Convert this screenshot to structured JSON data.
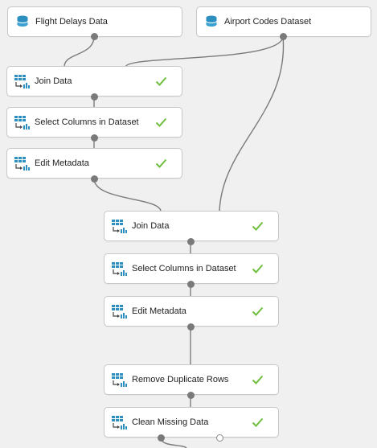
{
  "colors": {
    "canvas_bg": "#f0f0f0",
    "node_bg": "#ffffff",
    "node_border": "#c8c8c8",
    "wire": "#7a7a7a",
    "check": "#6fbf3f",
    "icon_blue": "#2d8fc0"
  },
  "nodes": {
    "flight_delays": {
      "label": "Flight Delays Data",
      "icon": "dataset-icon",
      "status": ""
    },
    "airport_codes": {
      "label": "Airport Codes Dataset",
      "icon": "dataset-icon",
      "status": ""
    },
    "join_1": {
      "label": "Join Data",
      "icon": "module-icon",
      "status": "completed"
    },
    "select_1": {
      "label": "Select Columns in Dataset",
      "icon": "module-icon",
      "status": "completed"
    },
    "edit_1": {
      "label": "Edit Metadata",
      "icon": "module-icon",
      "status": "completed"
    },
    "join_2": {
      "label": "Join Data",
      "icon": "module-icon",
      "status": "completed"
    },
    "select_2": {
      "label": "Select Columns in Dataset",
      "icon": "module-icon",
      "status": "completed"
    },
    "edit_2": {
      "label": "Edit Metadata",
      "icon": "module-icon",
      "status": "completed"
    },
    "remove_dupes": {
      "label": "Remove Duplicate Rows",
      "icon": "module-icon",
      "status": "completed"
    },
    "clean_missing": {
      "label": "Clean Missing Data",
      "icon": "module-icon",
      "status": "completed"
    }
  }
}
